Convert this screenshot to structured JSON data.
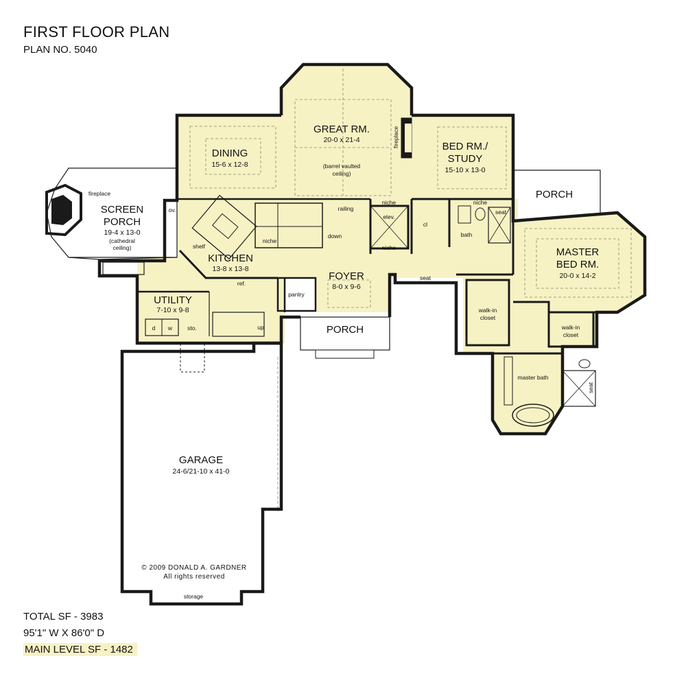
{
  "header": {
    "title": "FIRST FLOOR PLAN",
    "plan_no": "PLAN NO. 5040"
  },
  "footer": {
    "total_sf": "TOTAL SF - 3983",
    "dimensions": "95'1\" W X 86'0\" D",
    "main_level_sf": "MAIN LEVEL SF - 1482"
  },
  "colors": {
    "interior_fill": "#f7f2c4",
    "porch_fill": "#ffffff",
    "wall": "#1a1a1a"
  },
  "rooms": {
    "screen_porch": {
      "name1": "SCREEN",
      "name2": "PORCH",
      "dims": "19-4 x 13-0",
      "note1": "(cathedral",
      "note2": "ceiling)",
      "fireplace": "fireplace"
    },
    "dining": {
      "name": "DINING",
      "dims": "15-6 x 12-8"
    },
    "great_rm": {
      "name": "GREAT RM.",
      "dims": "20-0 x 21-4",
      "note1": "(barrel vaulted",
      "note2": "ceiling)",
      "fireplace": "fireplace"
    },
    "bed_study": {
      "name1": "BED RM./",
      "name2": "STUDY",
      "dims": "15-10 x 13-0"
    },
    "porch_right": {
      "name": "PORCH"
    },
    "master_bed": {
      "name1": "MASTER",
      "name2": "BED RM.",
      "dims": "20-0 x 14-2"
    },
    "kitchen": {
      "name": "KITCHEN",
      "dims": "13-8 x 13-8"
    },
    "foyer": {
      "name": "FOYER",
      "dims": "8-0 x 9-6"
    },
    "utility": {
      "name": "UTILITY",
      "dims": "7-10 x 9-8"
    },
    "porch_front": {
      "name": "PORCH"
    },
    "garage": {
      "name": "GARAGE",
      "dims": "24-6/21-10 x 41-0"
    }
  },
  "labels": {
    "ov": "ov.",
    "shelf": "shelf",
    "niche": "niche",
    "railing": "railing",
    "down": "down",
    "elev": "elev.",
    "cl": "cl",
    "bath": "bath",
    "seat": "seat",
    "ref": "ref.",
    "pantry": "pantry",
    "d": "d",
    "w": "w",
    "sto": "sto.",
    "up": "up",
    "walk_in_closet1": "walk-in",
    "walk_in_closet2": "closet",
    "master_bath": "master bath",
    "storage": "storage"
  },
  "copyright": {
    "line1": "© 2009 DONALD A. GARDNER",
    "line2": "All rights reserved"
  }
}
